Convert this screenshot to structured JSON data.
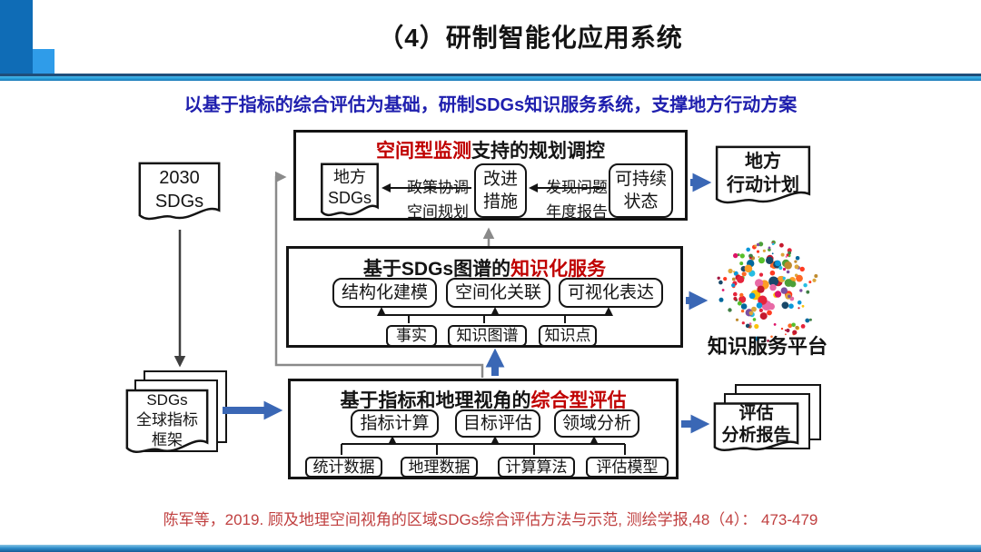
{
  "slide": {
    "title": "（4）研制智能化应用系统",
    "subtitle": "以基于指标的综合评估为基础，研制SDGs知识服务系统，支撑地方行动方案",
    "citation": "陈军等，2019. 顾及地理空间视角的区域SDGs综合评估方法与示范, 测绘学报,48（4）： 473-479"
  },
  "left_column": {
    "doc_2030": {
      "line1": "2030",
      "line2": "SDGs"
    },
    "doc_framework": {
      "line1": "SDGs",
      "line2": "全球指标",
      "line3": "框架"
    }
  },
  "top_box": {
    "title_red": "空间型监测",
    "title_black": "支持的规划调控",
    "doc_local": {
      "line1": "地方",
      "line2": "SDGs"
    },
    "node_improve": {
      "line1": "改进",
      "line2": "措施"
    },
    "node_sustain": {
      "line1": "可持续",
      "line2": "状态"
    },
    "label_policy": "政策协调",
    "label_spatial": "空间规划",
    "label_problem": "发现问题",
    "label_report": "年度报告"
  },
  "middle_box": {
    "title_black": "基于SDGs图谱的",
    "title_red": "知识化服务",
    "row1": [
      "结构化建模",
      "空间化关联",
      "可视化表达"
    ],
    "row2": [
      "事实",
      "知识图谱",
      "知识点"
    ]
  },
  "bottom_box": {
    "title_black": "基于指标和地理视角的",
    "title_red": "综合型评估",
    "row1": [
      "指标计算",
      "目标评估",
      "领域分析"
    ],
    "row2": [
      "统计数据",
      "地理数据",
      "计算算法",
      "评估模型"
    ]
  },
  "right_column": {
    "doc_action": {
      "line1": "地方",
      "line2": "行动计划"
    },
    "cluster_label": "知识服务平台",
    "doc_report": {
      "line1": "评估",
      "line2": "分析报告"
    }
  },
  "colors": {
    "accent_blue": "#3a67b5",
    "red_emphasis": "#c00000",
    "subtitle_blue": "#1f1fae",
    "citation_red": "#c04040",
    "header_dark_blue": "#0f6cb6",
    "header_light_blue": "#2f9ce9",
    "rule_navy": "#1f4e7a",
    "rule_cyan": "#2aa3dd",
    "line_gray": "#8a8a8a",
    "ink": "#141414",
    "cluster_palette": [
      "#E5243B",
      "#DDA63A",
      "#4C9F38",
      "#C5192D",
      "#FF3A21",
      "#26BDE2",
      "#FCC30B",
      "#A21942",
      "#FD6925",
      "#DD1367",
      "#FD9D24",
      "#BF8B2E",
      "#3F7E44",
      "#0A97D9",
      "#56C02B",
      "#00689D",
      "#19486A",
      "#7b4fa0",
      "#e86aa6"
    ]
  }
}
